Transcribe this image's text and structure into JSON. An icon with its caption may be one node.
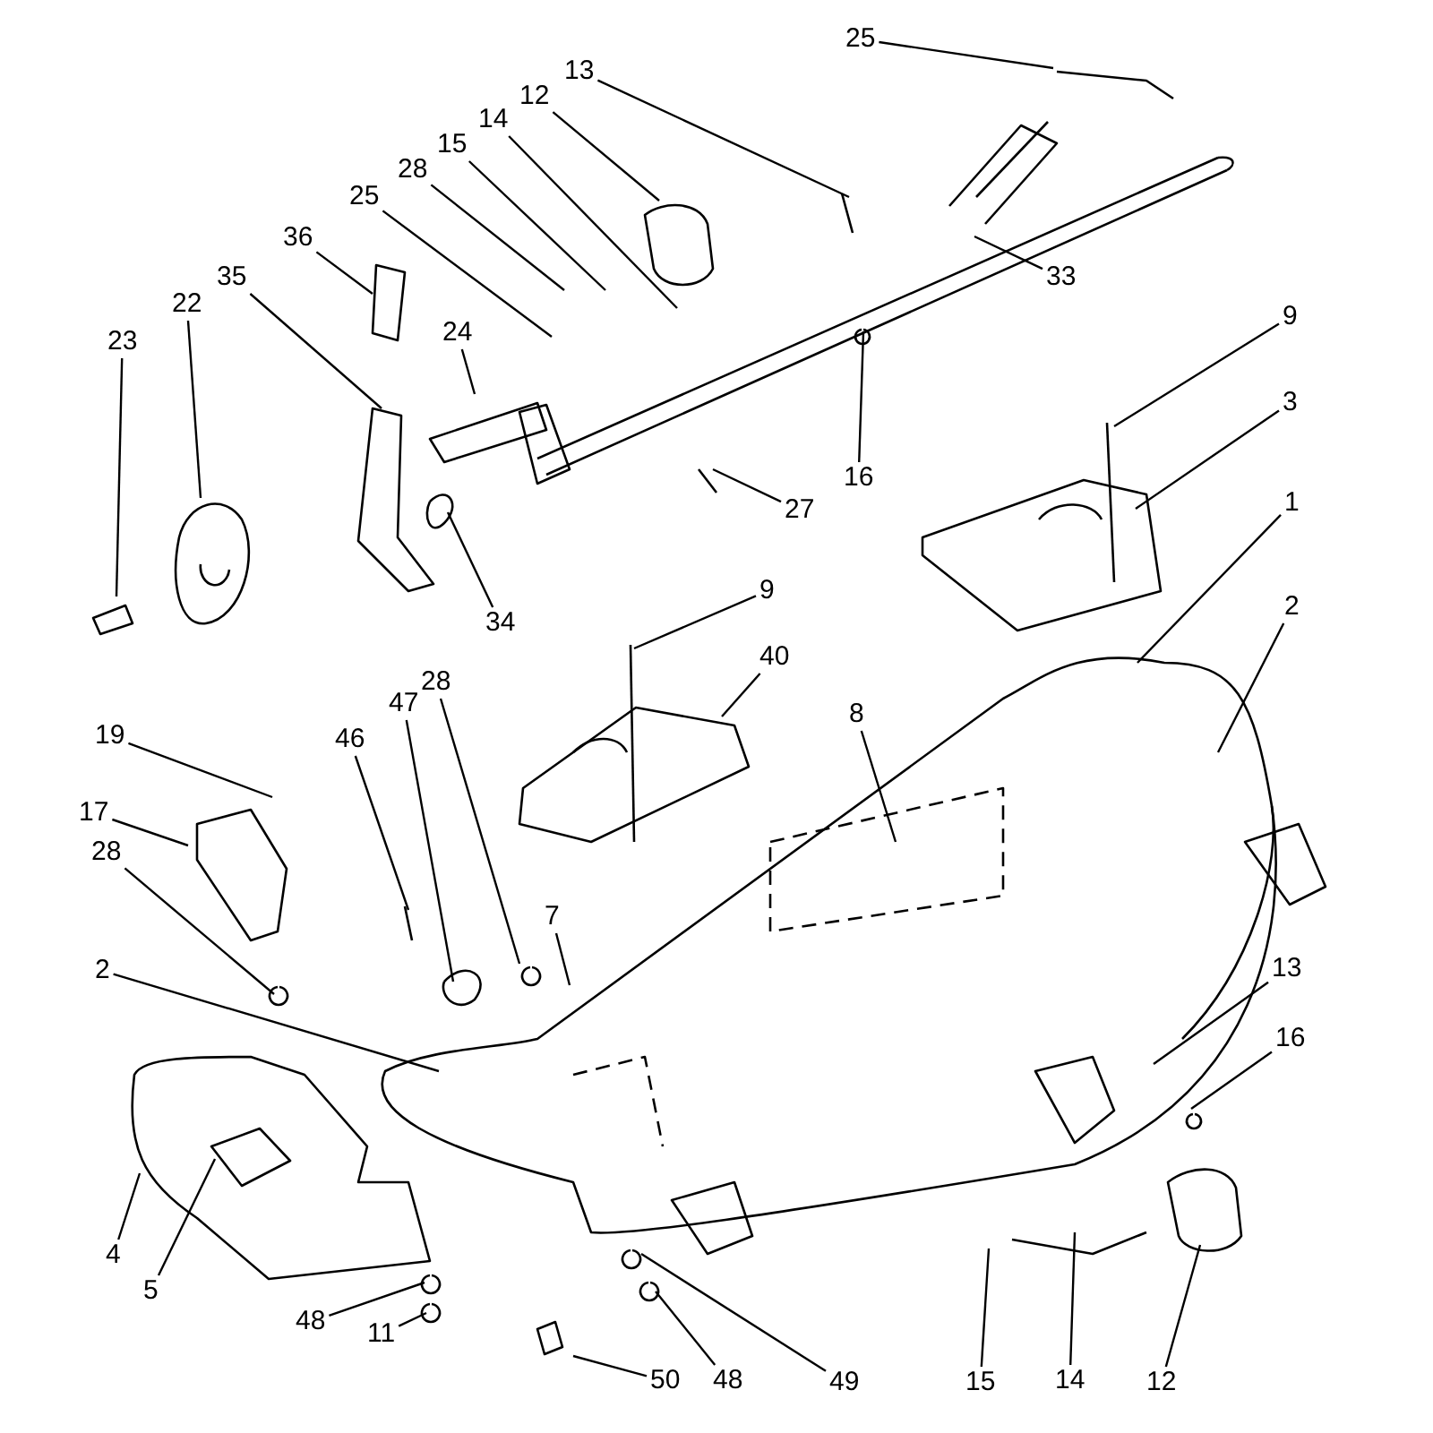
{
  "diagram": {
    "nodes": [
      {
        "text": [
          "25"
        ]
      },
      {
        "text": [
          "13"
        ]
      },
      {
        "text": [
          "12"
        ]
      },
      {
        "text": [
          "14"
        ]
      },
      {
        "text": [
          "15"
        ]
      },
      {
        "text": [
          "28"
        ]
      },
      {
        "text": [
          "25"
        ]
      },
      {
        "text": [
          "33"
        ]
      },
      {
        "text": [
          "36"
        ]
      },
      {
        "text": [
          "35"
        ]
      },
      {
        "text": [
          "22"
        ]
      },
      {
        "text": [
          "23"
        ]
      },
      {
        "text": [
          "24"
        ]
      },
      {
        "text": [
          "16"
        ]
      },
      {
        "text": [
          "27"
        ]
      },
      {
        "text": [
          "34"
        ]
      },
      {
        "text": [
          "9"
        ]
      },
      {
        "text": [
          "3"
        ]
      },
      {
        "text": [
          "1"
        ]
      },
      {
        "text": [
          "2"
        ]
      },
      {
        "text": [
          "9"
        ]
      },
      {
        "text": [
          "40"
        ]
      },
      {
        "text": [
          "28"
        ]
      },
      {
        "text": [
          "47"
        ]
      },
      {
        "text": [
          "46"
        ]
      },
      {
        "text": [
          "19"
        ]
      },
      {
        "text": [
          "17"
        ]
      },
      {
        "text": [
          "28"
        ]
      },
      {
        "text": [
          "8"
        ]
      },
      {
        "text": [
          "7"
        ]
      },
      {
        "text": [
          "2"
        ]
      },
      {
        "text": [
          "13"
        ]
      },
      {
        "text": [
          "16"
        ]
      },
      {
        "text": [
          "4"
        ]
      },
      {
        "text": [
          "5"
        ]
      },
      {
        "text": [
          "48"
        ]
      },
      {
        "text": [
          "11"
        ]
      },
      {
        "text": [
          "50"
        ]
      },
      {
        "text": [
          "48"
        ]
      },
      {
        "text": [
          "49"
        ]
      },
      {
        "text": [
          "15"
        ]
      },
      {
        "text": [
          "14"
        ]
      },
      {
        "text": [
          "12"
        ]
      }
    ],
    "edges": [
      {
        "from": 0,
        "to": null,
        "arrow": "none"
      },
      {
        "from": 1,
        "to": null,
        "arrow": "none"
      },
      {
        "from": 2,
        "to": null,
        "arrow": "none"
      },
      {
        "from": 3,
        "to": null,
        "arrow": "none"
      },
      {
        "from": 4,
        "to": null,
        "arrow": "none"
      },
      {
        "from": 5,
        "to": null,
        "arrow": "none"
      },
      {
        "from": 6,
        "to": null,
        "arrow": "none"
      },
      {
        "from": 7,
        "to": null,
        "arrow": "none"
      },
      {
        "from": 8,
        "to": null,
        "arrow": "none"
      },
      {
        "from": 9,
        "to": null,
        "arrow": "none"
      },
      {
        "from": 10,
        "to": null,
        "arrow": "none"
      },
      {
        "from": 11,
        "to": null,
        "arrow": "none"
      },
      {
        "from": 12,
        "to": null,
        "arrow": "none"
      },
      {
        "from": 13,
        "to": null,
        "arrow": "none"
      },
      {
        "from": 14,
        "to": null,
        "arrow": "none"
      },
      {
        "from": 15,
        "to": null,
        "arrow": "none"
      },
      {
        "from": 16,
        "to": null,
        "arrow": "none"
      },
      {
        "from": 17,
        "to": null,
        "arrow": "none"
      },
      {
        "from": 18,
        "to": null,
        "arrow": "none"
      },
      {
        "from": 19,
        "to": null,
        "arrow": "none"
      },
      {
        "from": 20,
        "to": null,
        "arrow": "none"
      },
      {
        "from": 21,
        "to": null,
        "arrow": "none"
      },
      {
        "from": 22,
        "to": null,
        "arrow": "none"
      },
      {
        "from": 23,
        "to": null,
        "arrow": "none"
      },
      {
        "from": 24,
        "to": null,
        "arrow": "none"
      },
      {
        "from": 25,
        "to": null,
        "arrow": "none"
      },
      {
        "from": 26,
        "to": null,
        "arrow": "none"
      },
      {
        "from": 27,
        "to": null,
        "arrow": "none"
      },
      {
        "from": 28,
        "to": null,
        "arrow": "none"
      },
      {
        "from": 29,
        "to": null,
        "arrow": "none"
      },
      {
        "from": 30,
        "to": null,
        "arrow": "none"
      },
      {
        "from": 31,
        "to": null,
        "arrow": "none"
      },
      {
        "from": 32,
        "to": null,
        "arrow": "none"
      },
      {
        "from": 33,
        "to": null,
        "arrow": "none"
      },
      {
        "from": 34,
        "to": null,
        "arrow": "none"
      },
      {
        "from": 35,
        "to": null,
        "arrow": "none"
      },
      {
        "from": 36,
        "to": null,
        "arrow": "none"
      },
      {
        "from": 37,
        "to": null,
        "arrow": "none"
      },
      {
        "from": 38,
        "to": null,
        "arrow": "none"
      },
      {
        "from": 39,
        "to": null,
        "arrow": "none"
      },
      {
        "from": 40,
        "to": null,
        "arrow": "none"
      },
      {
        "from": 41,
        "to": null,
        "arrow": "none"
      },
      {
        "from": 42,
        "to": null,
        "arrow": "none"
      }
    ]
  }
}
